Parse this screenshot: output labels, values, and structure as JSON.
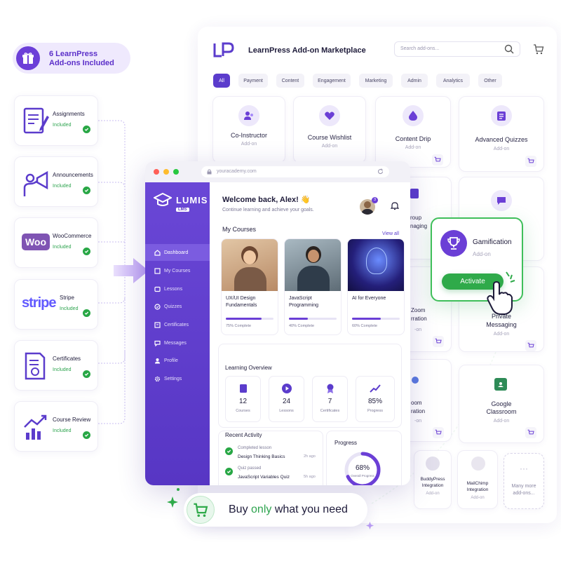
{
  "badge": {
    "line1": "6 LearnPress",
    "line2": "Add-ons Included"
  },
  "left_addons": [
    {
      "name": "Assignments",
      "status": "Included"
    },
    {
      "name": "Announcements",
      "status": "Included"
    },
    {
      "name": "WooCommerce",
      "status": "Included",
      "logo_text": "Woo"
    },
    {
      "name": "Stripe",
      "status": "Included",
      "logo_text": "stripe"
    },
    {
      "name": "Certificates",
      "status": "Included"
    },
    {
      "name": "Course Review",
      "status": "Included"
    }
  ],
  "marketplace": {
    "title": "LearnPress Add-on Marketplace",
    "logo_text": "LP",
    "search_placeholder": "Search add-ons...",
    "filters": [
      "All",
      "Payment",
      "Content",
      "Engagement",
      "Marketing",
      "Admin",
      "Analytics",
      "Other"
    ],
    "active_filter": "All",
    "cards": [
      {
        "name": "Co-Instructor",
        "sub": "Add-on"
      },
      {
        "name": "Course Wishlist",
        "sub": "Add-on"
      },
      {
        "name": "Content Drip",
        "sub": "Add-on"
      },
      {
        "name": "Advanced Quizzes",
        "sub": "Add-on"
      },
      {
        "name": "Private Messaging",
        "sub": "Add-on"
      },
      {
        "name": "Google Classroom",
        "sub": "Add-on"
      },
      {
        "name": "BuddyPress Integration",
        "sub": "Add-on"
      },
      {
        "name": "MailChimp Integration",
        "sub": "Add-on"
      },
      {
        "name": "Many more add-ons...",
        "sub": ""
      }
    ],
    "partial_labels": {
      "group": "roup",
      "managing": "naging",
      "zoom": "Zoom",
      "integration": "rration",
      "addon1": "-on",
      "room": "oom",
      "ration2": "ration",
      "addon2": "-on",
      "addon3": "-on"
    }
  },
  "browser": {
    "url": "youracademy.com",
    "brand": "LUMIS",
    "brand_sub": "LMS",
    "nav": [
      "Dashboard",
      "My Courses",
      "Lessons",
      "Quizzes",
      "Certificates",
      "Messages",
      "Profile",
      "Settings"
    ],
    "welcome": "Welcome back, Alex! 👋",
    "welcome_sub": "Continue learning and achieve your goals.",
    "notif_count": "3",
    "my_courses_title": "My Courses",
    "view_all": "View all",
    "courses": [
      {
        "title": "UX/UI Design Fundamentals",
        "progress": 75,
        "progress_label": "75% Complete"
      },
      {
        "title": "JavaScript Programming",
        "progress": 40,
        "progress_label": "40% Complete"
      },
      {
        "title": "AI for Everyone",
        "progress": 60,
        "progress_label": "60% Complete"
      }
    ],
    "overview_title": "Learning Overview",
    "stats": [
      {
        "value": "12",
        "label": "Courses"
      },
      {
        "value": "24",
        "label": "Lessons"
      },
      {
        "value": "7",
        "label": "Certificates"
      },
      {
        "value": "85%",
        "label": "Progress"
      }
    ],
    "activity_title": "Recent Activity",
    "activities": [
      {
        "action": "Completed lesson",
        "item": "Design Thinking Basics",
        "time": "2h ago"
      },
      {
        "action": "Quiz passed",
        "item": "JavaScript Variables Quiz",
        "time": "5h ago"
      }
    ],
    "progress_title": "Progress",
    "progress_value": "68%",
    "progress_fraction": 0.68,
    "progress_label": "Overall Progress"
  },
  "gamification": {
    "name": "Gamification",
    "sub": "Add-on",
    "button": "Activate"
  },
  "footer": {
    "pre": "Buy ",
    "only": "only",
    "post": " what you need"
  },
  "colors": {
    "purple": "#6b3fd6",
    "green": "#2faa4a"
  }
}
